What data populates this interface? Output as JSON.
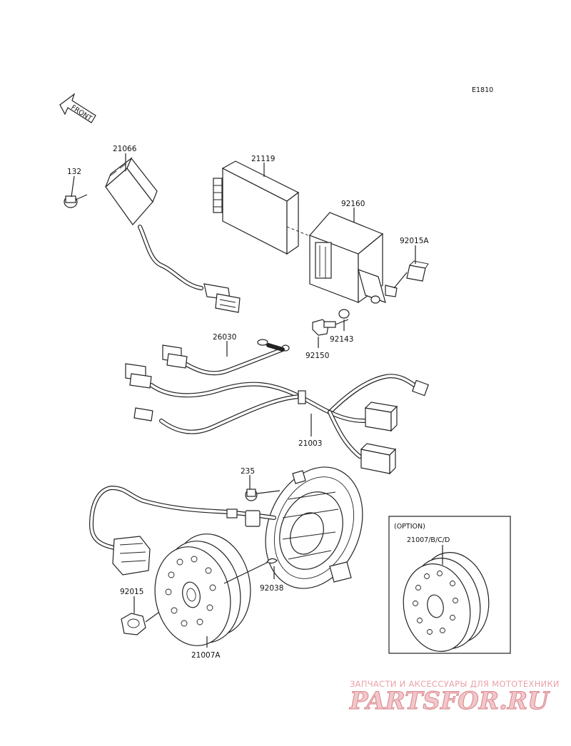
{
  "diagram_code": "E1810",
  "front_label": "FRONT",
  "parts": {
    "p132": "132",
    "p21066": "21066",
    "p21119": "21119",
    "p92160": "92160",
    "p92015A": "92015A",
    "p92143": "92143",
    "p92150": "92150",
    "p26030": "26030",
    "p21003": "21003",
    "p235": "235",
    "p92015": "92015",
    "p92038": "92038",
    "p21007A": "21007A"
  },
  "option_box": {
    "title": "(OPTION)",
    "part": "21007/B/C/D"
  },
  "watermark": {
    "subtitle": "ЗАПЧАСТИ И АКСЕССУАРЫ ДЛЯ МОТОТЕХНИКИ",
    "brand": "PARTSFOR.RU",
    "text_color": "#e9a3a8"
  }
}
